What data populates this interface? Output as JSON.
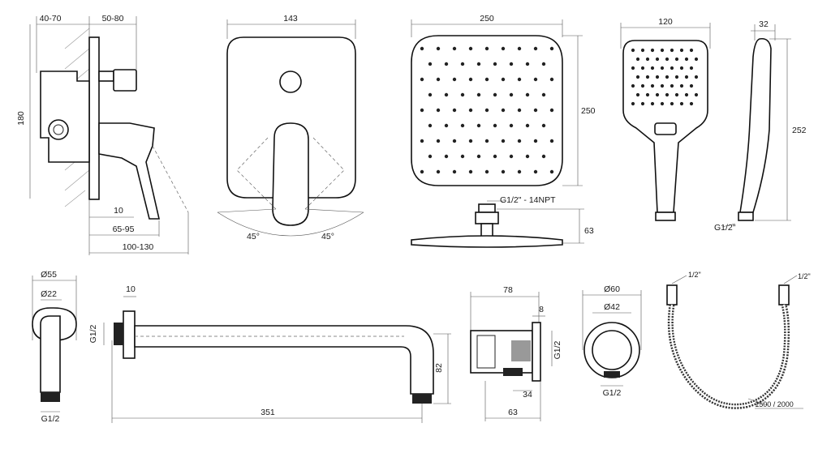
{
  "mixer": {
    "d1": "40-70",
    "d2": "50-80",
    "d3": "180",
    "d4": "10",
    "d5": "65-95",
    "d6": "100-130"
  },
  "plate": {
    "width": "143",
    "angle_left": "45°",
    "angle_right": "45°"
  },
  "rain_top": {
    "width": "250",
    "height": "250"
  },
  "rain_side": {
    "thread": "G1/2\" - 14NPT",
    "height": "63"
  },
  "hand_front": {
    "width": "120"
  },
  "hand_side": {
    "depth": "32",
    "length": "252",
    "thread": "G1/2\""
  },
  "elbow": {
    "outer": "Ø55",
    "inner": "Ø22",
    "thread": "G1/2"
  },
  "arm": {
    "d10": "10",
    "thread": "G1/2",
    "drop": "82",
    "length": "351"
  },
  "holder": {
    "width": "78",
    "d8": "8",
    "thread": "G1/2",
    "d34": "34",
    "d63": "63"
  },
  "flange": {
    "outer": "Ø60",
    "inner": "Ø42",
    "thread": "G1/2"
  },
  "hose": {
    "left": "1/2\"",
    "right": "1/2\"",
    "length": "1500 / 2000"
  }
}
